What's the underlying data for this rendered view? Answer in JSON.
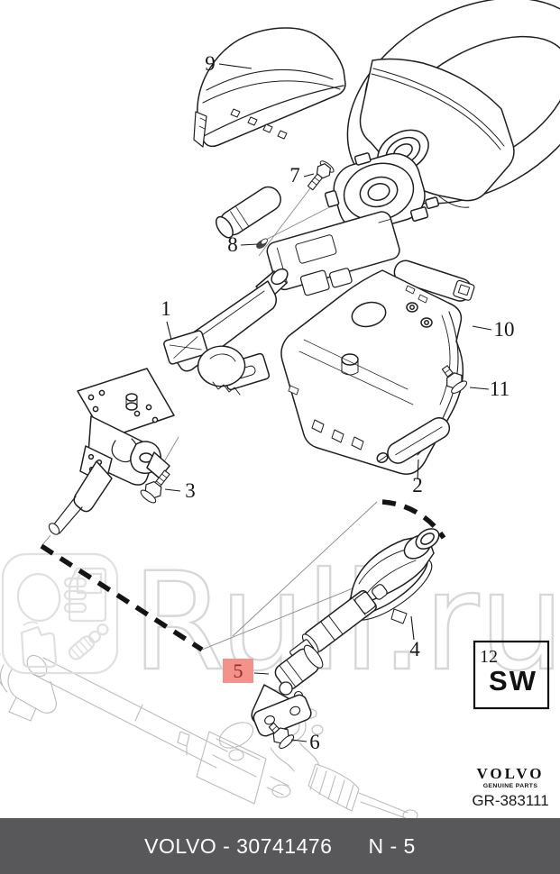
{
  "watermark": {
    "site_text": "Ruli.ru"
  },
  "callouts": [
    {
      "label": "9"
    },
    {
      "label": "7"
    },
    {
      "label": "8"
    },
    {
      "label": "1"
    },
    {
      "label": "10"
    },
    {
      "label": "11"
    },
    {
      "label": "3"
    },
    {
      "label": "2"
    },
    {
      "label": "4"
    },
    {
      "label": "5",
      "highlighted": true
    },
    {
      "label": "6"
    }
  ],
  "sw_box": {
    "number": "12",
    "code": "SW"
  },
  "brand": {
    "name": "VOLVO",
    "tagline": "GENUINE PARTS",
    "drawing_number": "GR-383111"
  },
  "footer": {
    "part_label": "VOLVO - 30741476",
    "page_label": "N - 5"
  },
  "colors": {
    "highlight_fill": "#f4918a",
    "highlight_text": "#8d2b25",
    "footer_bg": "#58585a",
    "watermark": "#d7d7d7",
    "faint_part": "#bcbcbc",
    "line": "#1f1f1f"
  }
}
